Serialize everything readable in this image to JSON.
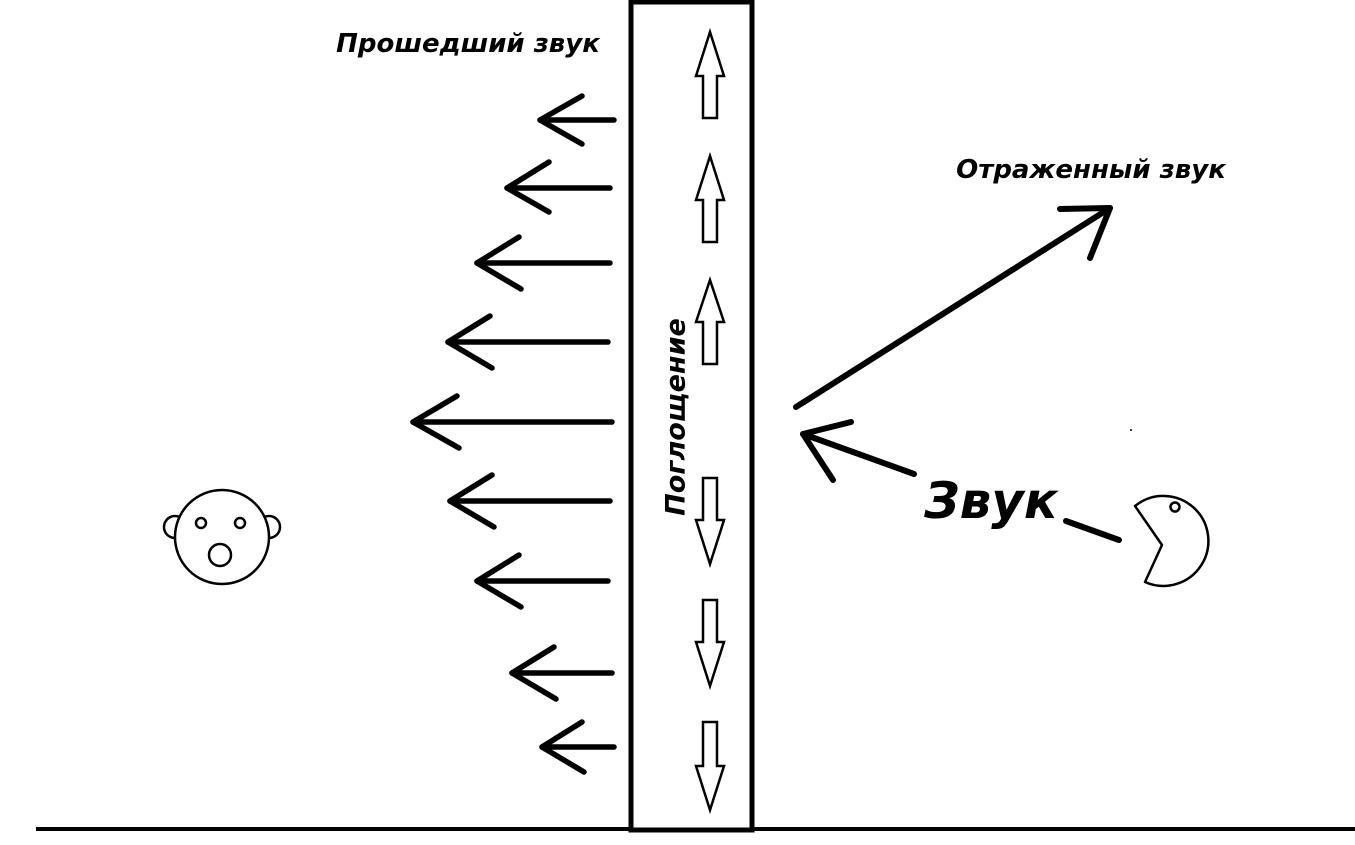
{
  "labels": {
    "transmitted": "Прошедший звук",
    "reflected": "Отраженный звук",
    "absorption": "Поглощение",
    "sound": "Звук"
  },
  "colors": {
    "ink": "#000000",
    "paper": "#ffffff"
  },
  "icons": {
    "listener": "surprised-face-icon",
    "source": "pacman-mouth-icon"
  }
}
